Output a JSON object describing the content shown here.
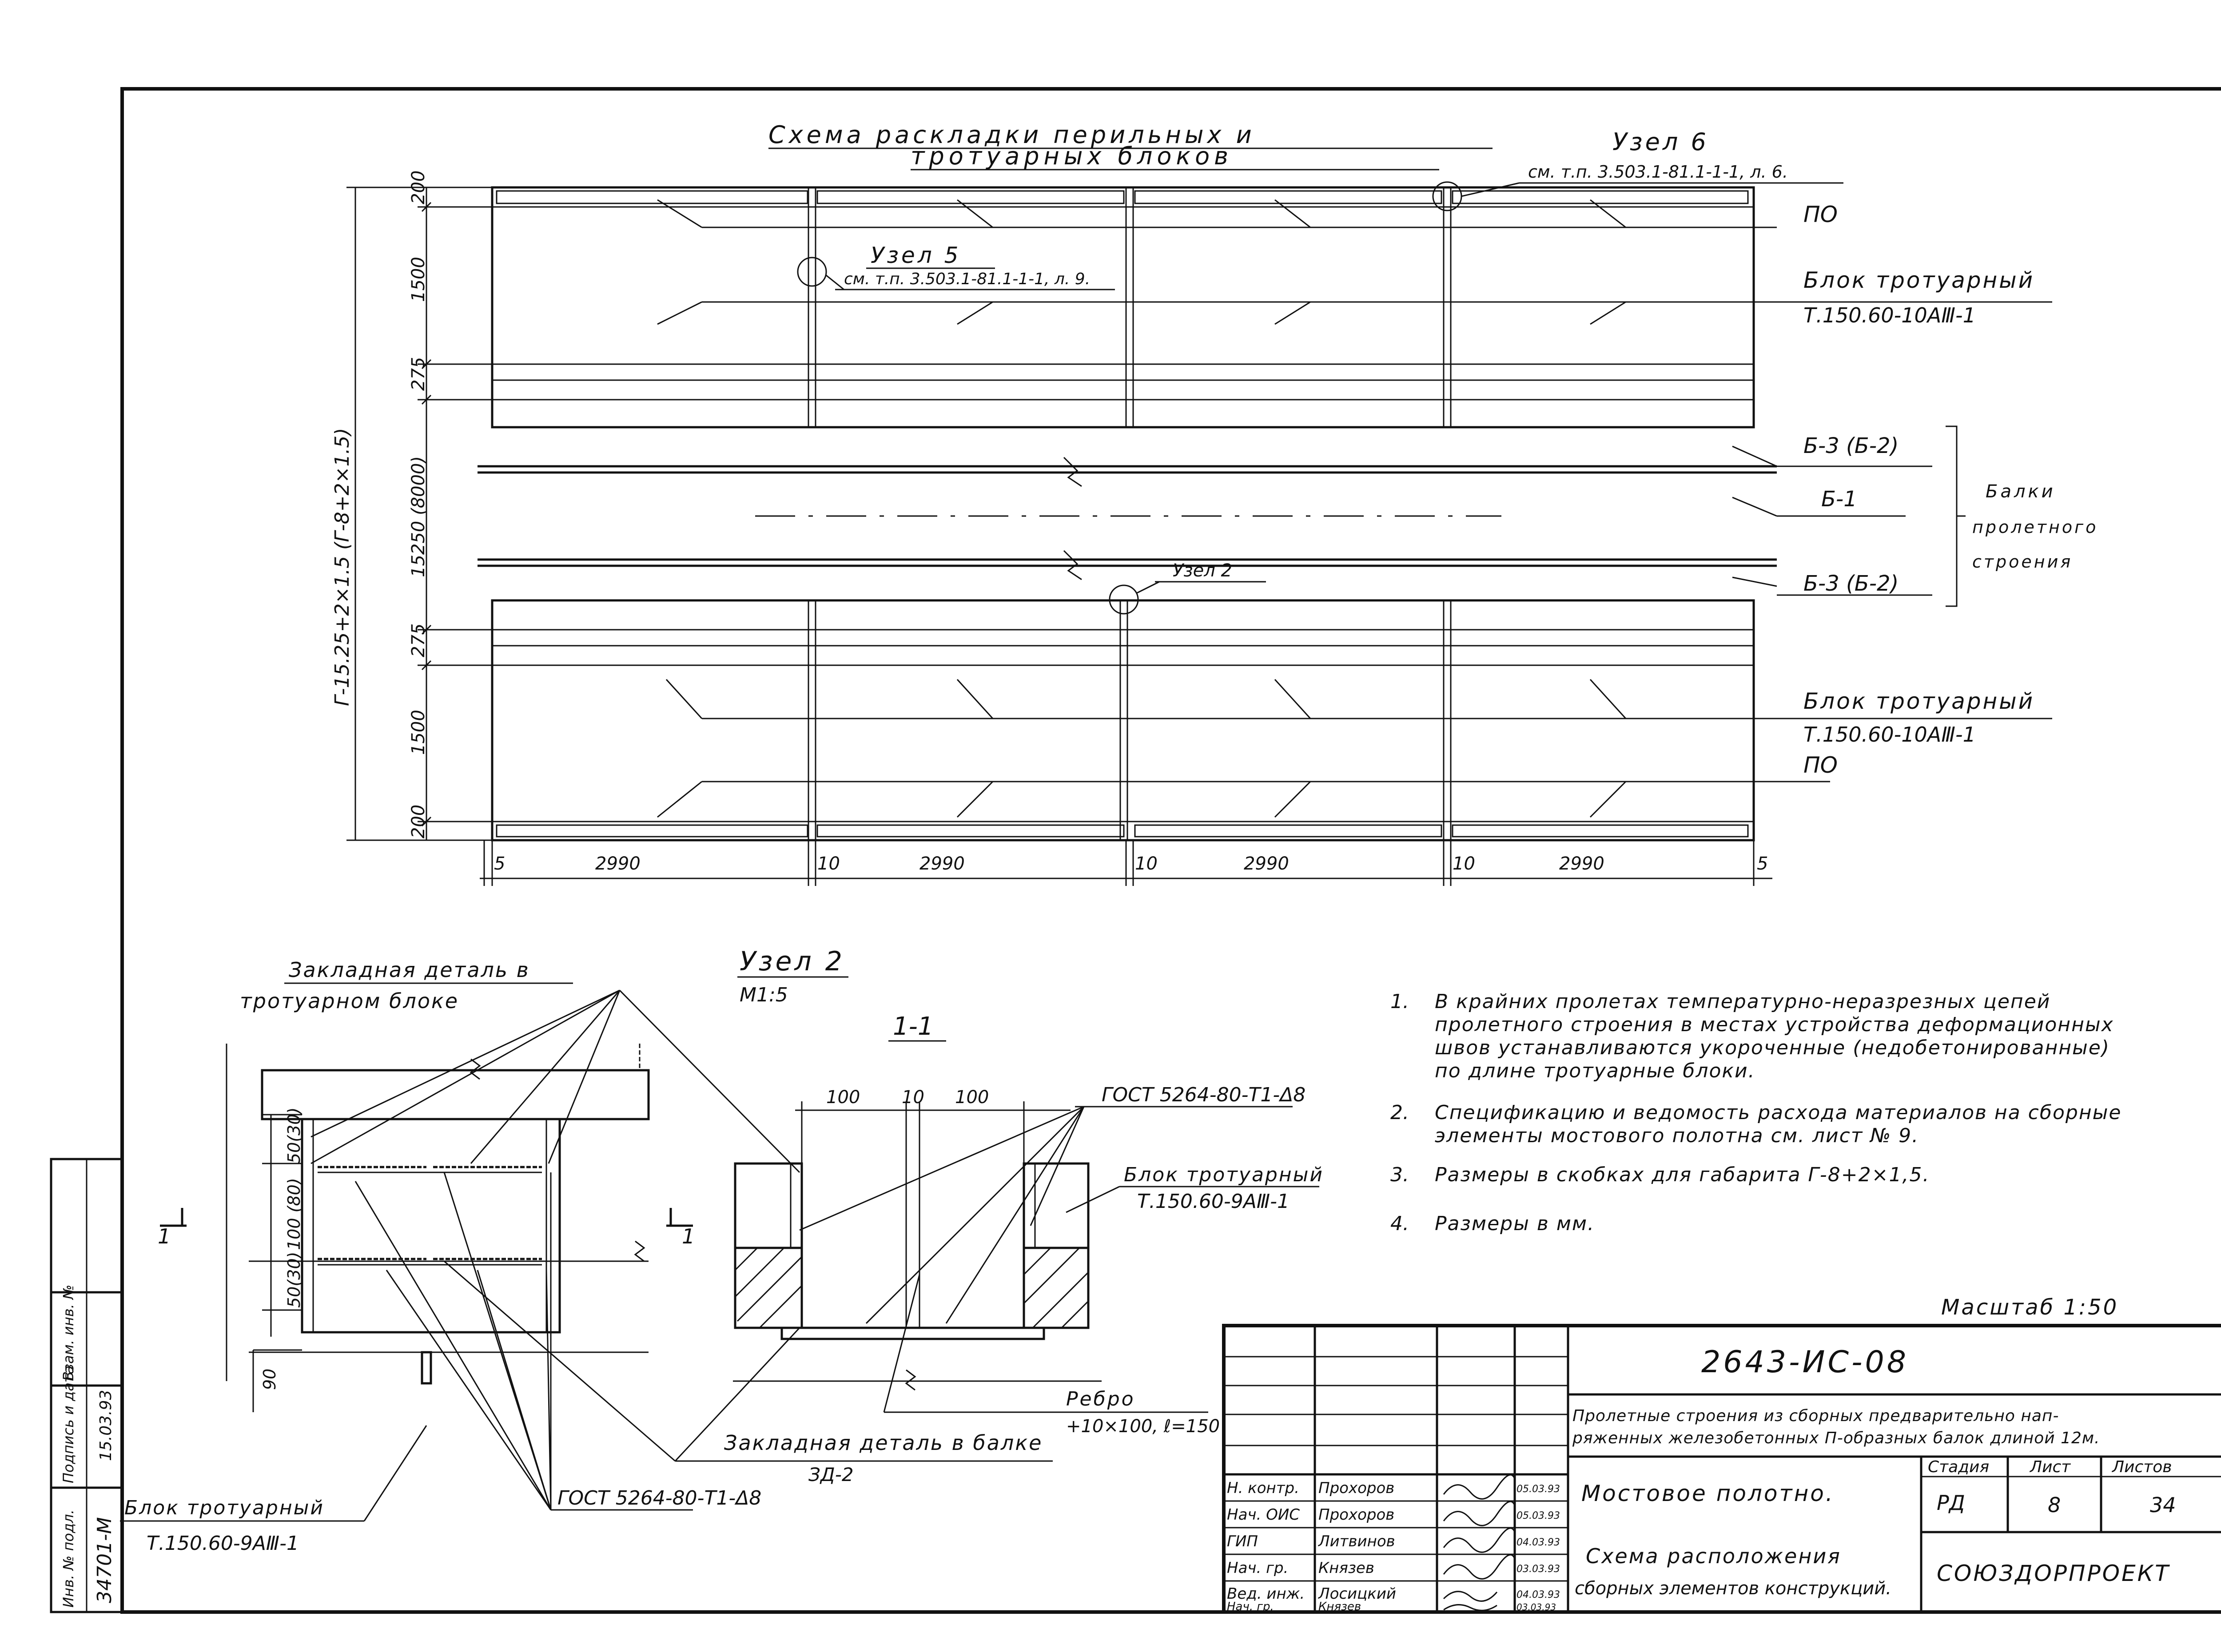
{
  "drawing": {
    "scheme_title_1": "Схема  раскладки  перильных  и",
    "scheme_title_2": "тротуарных  блоков",
    "node6_title": "Узел 6",
    "node6_ref": "см. т.п. 3.503.1-81.1-1-1, л. 6.",
    "node5_title": "Узел 5",
    "node5_ref": "см. т.п. 3.503.1-81.1-1-1, л. 9.",
    "node2_label": "Узел 2",
    "label_po_top": "ПО",
    "label_po_bottom": "ПО",
    "block_top_1": "Блок тротуарный",
    "block_top_2": "Т.150.60-10АⅢ-1",
    "block_bottom_1": "Блок тротуарный",
    "block_bottom_2": "Т.150.60-10АⅢ-1",
    "beam_b3_top": "Б-3 (Б-2)",
    "beam_b1": "Б-1",
    "beam_b3_bottom": "Б-3 (Б-2)",
    "beams_group_1": "Балки",
    "beams_group_2": "пролетного",
    "beams_group_3": "строения",
    "overall_dim": "Г-15.25+2×1.5 (Г-8+2×1.5)",
    "dims_vertical": [
      "200",
      "1500",
      "275",
      "15250 (8000)",
      "275",
      "1500",
      "200"
    ],
    "dims_horizontal": [
      "5",
      "2990",
      "10",
      "2990",
      "10",
      "2990",
      "10",
      "2990",
      "5"
    ]
  },
  "detail": {
    "node2_title": "Узел 2",
    "node2_scale": "М1:5",
    "section_title": "1-1",
    "embedded_sidewalk_1": "Закладная деталь в",
    "embedded_sidewalk_2": "тротуарном блоке",
    "embedded_beam_1": "Закладная деталь в балке",
    "embedded_beam_2": "ЗД-2",
    "gost_top": "ГОСТ 5264-80-Т1-Δ8",
    "gost_bottom": "ГОСТ 5264-80-Т1-Δ8",
    "block_right_1": "Блок тротуарный",
    "block_right_2": "Т.150.60-9АⅢ-1",
    "block_left_1": "Блок тротуарный",
    "block_left_2": "Т.150.60-9АⅢ-1",
    "rib_1": "Ребро",
    "rib_2": "+10×100, ℓ=150",
    "section_mark_left": "1",
    "section_mark_right": "1",
    "dims_left": [
      "50(30)",
      "100 (80)",
      "50(30)",
      "90"
    ],
    "dims_top": [
      "100",
      "10",
      "100"
    ]
  },
  "notes": [
    {
      "num": "1.",
      "lines": [
        "В крайних пролетах температурно-неразрезных цепей",
        "пролетного строения в местах устройства деформационных",
        "швов устанавливаются укороченные (недобетонированные)",
        "по длине тротуарные блоки."
      ]
    },
    {
      "num": "2.",
      "lines": [
        "Спецификацию и ведомость расхода материалов на сборные",
        "элементы мостового полотна см. лист № 9."
      ]
    },
    {
      "num": "3.",
      "lines": [
        "Размеры в скобках для габарита Г-8+2×1,5."
      ]
    },
    {
      "num": "4.",
      "lines": [
        "Размеры в мм."
      ]
    }
  ],
  "scale_note": "Масштаб 1:50",
  "title_block": {
    "code": "2643-ИС-08",
    "project_1": "Пролетные строения из сборных предварительно нап-",
    "project_2": "ряженных железобетонных П-образных балок длиной 12м.",
    "sheet_title": "Мостовое полотно.",
    "content_1": "Схема расположения",
    "content_2": "сборных элементов конструкций.",
    "org": "СОЮЗДОРПРОЕКТ",
    "stage_label": "Стадия",
    "sheet_label": "Лист",
    "sheets_label": "Листов",
    "stage": "РД",
    "sheet": "8",
    "sheets": "34",
    "roles": [
      {
        "role": "Н. контр.",
        "name": "Прохоров",
        "date": "05.03.93"
      },
      {
        "role": "Нач. ОИС",
        "name": "Прохоров",
        "date": "05.03.93"
      },
      {
        "role": "ГИП",
        "name": "Литвинов",
        "date": "04.03.93"
      },
      {
        "role": "Нач. гр.",
        "name": "Князев",
        "date": "03.03.93"
      },
      {
        "role": "Вед. инж.",
        "name": "Лосицкий",
        "date": "04.03.93"
      },
      {
        "role": "Нач. гр.",
        "name": "Князев",
        "date": "03.03.93"
      }
    ]
  },
  "side_stamp": {
    "inv_label": "Инв. № подл.",
    "sign_label": "Подпись и дата",
    "vzam_label": "Взам. инв. №",
    "inv_value": "34701-М",
    "sign_value": "15.03.93"
  }
}
